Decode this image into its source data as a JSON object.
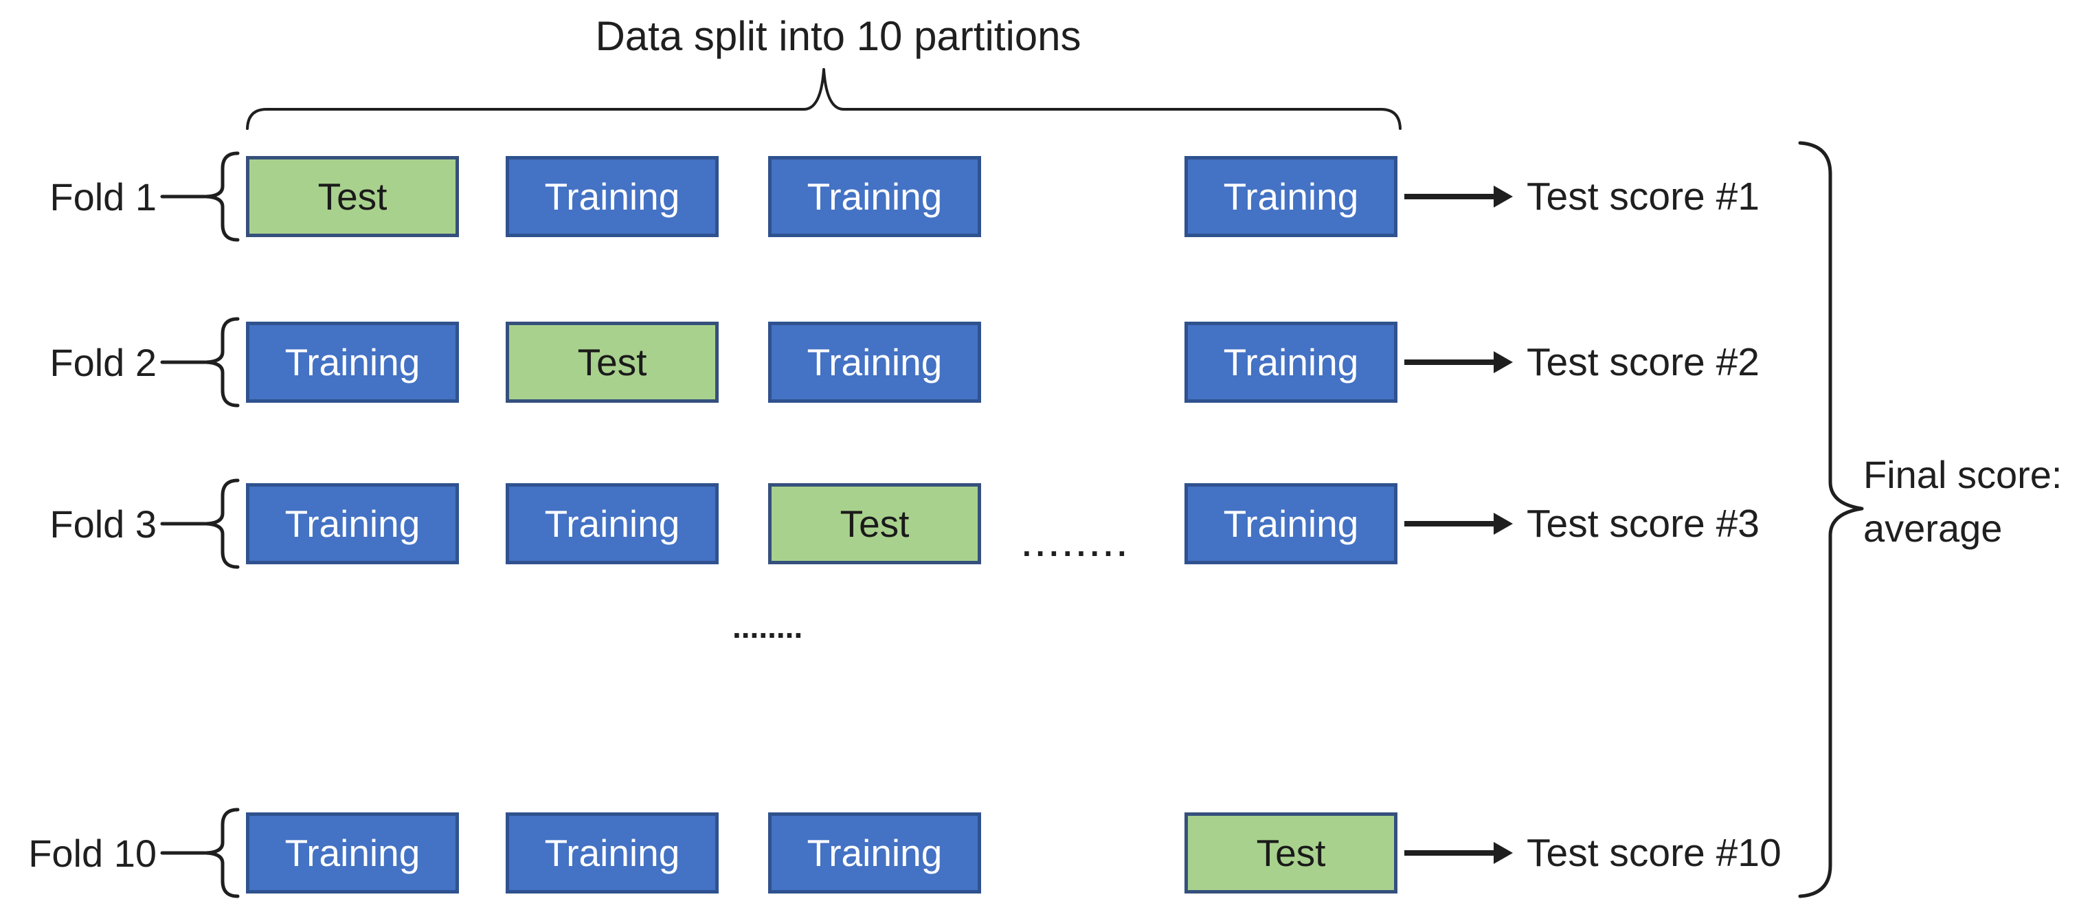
{
  "title": "Data split into 10 partitions",
  "folds": [
    {
      "label": "Fold 1",
      "boxes": [
        {
          "label": "Test",
          "type": "test"
        },
        {
          "label": "Training",
          "type": "training"
        },
        {
          "label": "Training",
          "type": "training"
        },
        {
          "label": "Training",
          "type": "training"
        }
      ],
      "score": "Test score #1"
    },
    {
      "label": "Fold 2",
      "boxes": [
        {
          "label": "Training",
          "type": "training"
        },
        {
          "label": "Test",
          "type": "test"
        },
        {
          "label": "Training",
          "type": "training"
        },
        {
          "label": "Training",
          "type": "training"
        }
      ],
      "score": "Test score #2"
    },
    {
      "label": "Fold 3",
      "boxes": [
        {
          "label": "Training",
          "type": "training"
        },
        {
          "label": "Training",
          "type": "training"
        },
        {
          "label": "Test",
          "type": "test"
        },
        {
          "label": "Training",
          "type": "training"
        }
      ],
      "score": "Test score #3"
    },
    {
      "label": "Fold 10",
      "boxes": [
        {
          "label": "Training",
          "type": "training"
        },
        {
          "label": "Training",
          "type": "training"
        },
        {
          "label": "Training",
          "type": "training"
        },
        {
          "label": "Test",
          "type": "test"
        }
      ],
      "score": "Test score #10"
    }
  ],
  "ellipsis": {
    "horizontal": "........",
    "vertical": "........"
  },
  "final_score": {
    "line1": "Final score:",
    "line2": "average"
  },
  "colors": {
    "training_fill": "#4472C4",
    "training_border": "#2F528F",
    "training_text": "#FFFFFF",
    "test_fill": "#A9D18E",
    "test_border": "#35507C",
    "test_text": "#1A1A1A",
    "ink": "#1F1F1F"
  }
}
